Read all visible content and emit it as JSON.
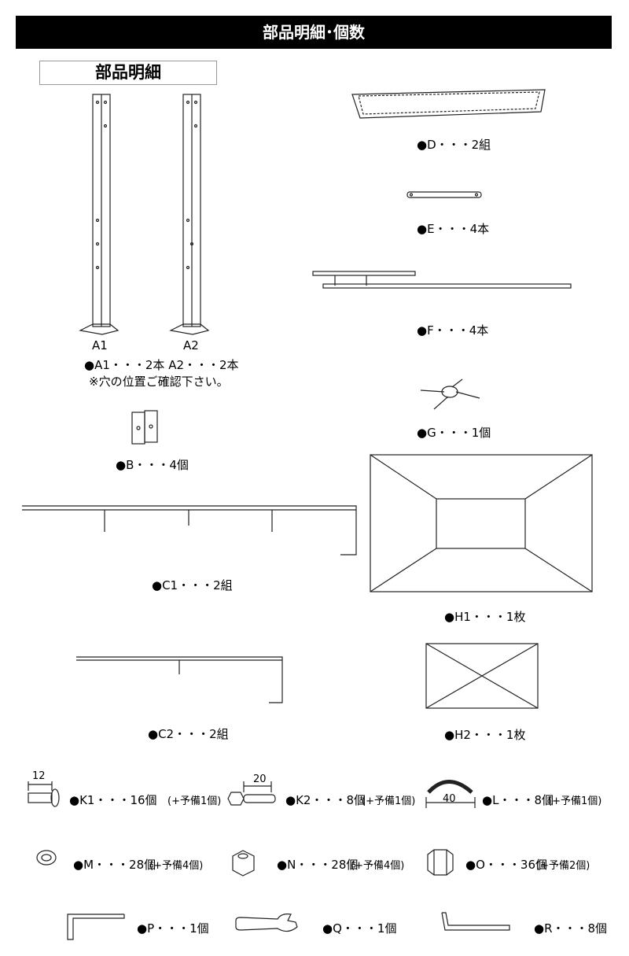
{
  "header": {
    "title": "部品明細･個数"
  },
  "section_title": "部品明細",
  "parts": {
    "A1_tag": "A1",
    "A2_tag": "A2",
    "A": "●A1・・・2本  A2・・・2本",
    "A_note": "※穴の位置ご確認下さい。",
    "B": "●B・・・4個",
    "C1": "●C1・・・2組",
    "C2": "●C2・・・2組",
    "D": "●D・・・2組",
    "E": "●E・・・4本",
    "F": "●F・・・4本",
    "G": "●G・・・1個",
    "H1": "●H1・・・1枚",
    "H2": "●H2・・・1枚",
    "K1": "●K1・・・16個",
    "K1_spare": "(+予備1個)",
    "K1_dim": "12",
    "K2": "●K2・・・8個",
    "K2_spare": "(+予備1個)",
    "K2_dim": "20",
    "L": "●L・・・8個",
    "L_spare": "(+予備1個)",
    "L_dim": "40",
    "M": "●M・・・28個",
    "M_spare": "(+予備4個)",
    "N": "●N・・・28個",
    "N_spare": "(+予備4個)",
    "O": "●O・・・36個",
    "O_spare": "(+予備2個)",
    "P": "●P・・・1個",
    "Q": "●Q・・・1個",
    "R": "●R・・・8個"
  }
}
